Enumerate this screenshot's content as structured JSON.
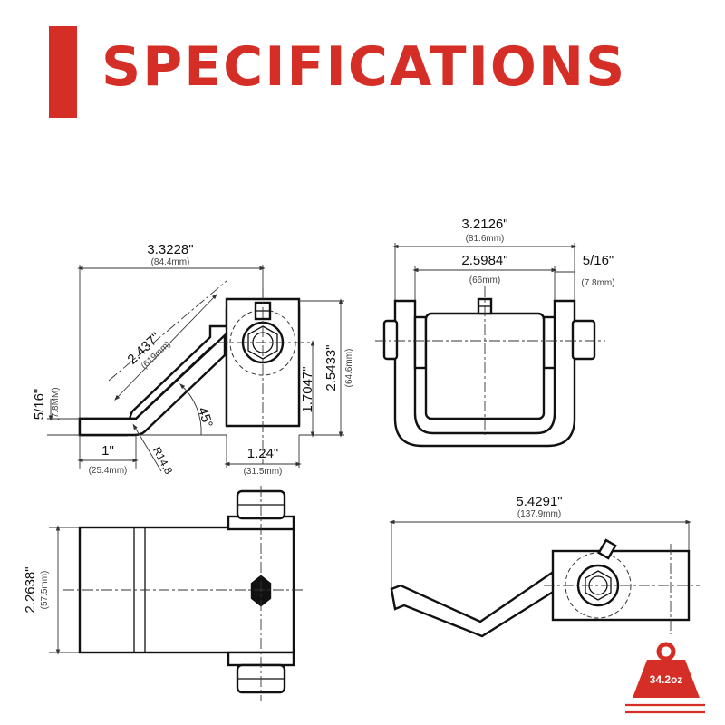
{
  "header": {
    "title": "SPECIFICATIONS"
  },
  "colors": {
    "accent": "#d42e27",
    "line": "#111111"
  },
  "side_view": {
    "overall_length": "3.3228\"",
    "overall_length_mm": "(84.4mm)",
    "arm_length": "2.437\"",
    "arm_length_mm": "(619mm)",
    "height": "2.5433\"",
    "height_mm": "(64.6mm)",
    "pivot_height": "1.7047\"",
    "thickness": "5/16\"",
    "thickness_mm": "(7.8MM)",
    "angle": "45°",
    "foot_length": "1\"",
    "foot_length_mm": "(25.4mm)",
    "radius": "R14.8",
    "base_width": "1.24\"",
    "base_width_mm": "(31.5mm)"
  },
  "front_view": {
    "overall_width": "3.2126\"",
    "overall_width_mm": "(81.6mm)",
    "inner_width": "2.5984\"",
    "inner_width_mm": "(66mm)",
    "plate_thickness": "5/16\"",
    "plate_thickness_mm": "(7.8mm)"
  },
  "top_view": {
    "height": "2.2638\"",
    "height_mm": "(57.5mm)"
  },
  "iso_view": {
    "overall_length": "5.4291\"",
    "overall_length_mm": "(137.9mm)"
  },
  "weight": {
    "value": "34.2oz",
    "icon": "weight-icon"
  }
}
